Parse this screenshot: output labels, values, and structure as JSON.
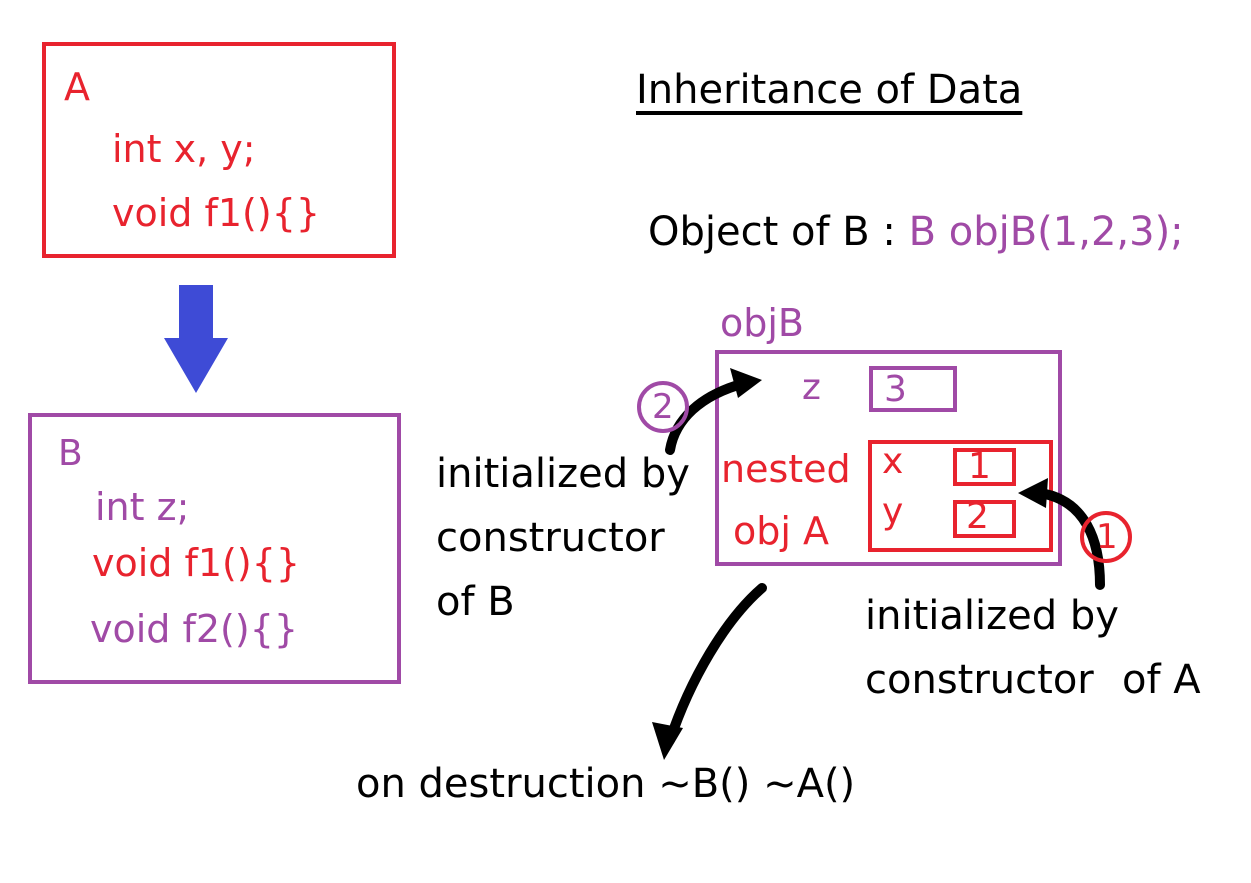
{
  "colors": {
    "red": "#e8232e",
    "purple": "#a04aa6",
    "blue_arrow": "#3e4bd6",
    "black": "#000000"
  },
  "class_a": {
    "name": "A",
    "line1": "int x, y;",
    "line2": "void  f1(){}"
  },
  "class_b": {
    "name": "B",
    "line1": "int z;",
    "line2": "void  f1(){}",
    "line3": "void  f2(){}"
  },
  "title": "Inheritance of Data",
  "object_line": {
    "label": "Object of B : ",
    "code": "B objB(1,2,3);"
  },
  "objb": {
    "label": "objB",
    "z_label": "z",
    "z_value": "3",
    "nested_label_1": "nested",
    "nested_label_2": "obj A",
    "x_label": "x",
    "x_value": "1",
    "y_label": "y",
    "y_value": "2"
  },
  "markers": {
    "one": "1",
    "two": "2"
  },
  "notes": {
    "ctor_b_1": "initialized by",
    "ctor_b_2": "constructor",
    "ctor_b_3": "of B",
    "ctor_a_1": "initialized by",
    "ctor_a_2": "constructor",
    "ctor_a_3": "of A",
    "destruction": "on destruction ~B() ~A()"
  }
}
